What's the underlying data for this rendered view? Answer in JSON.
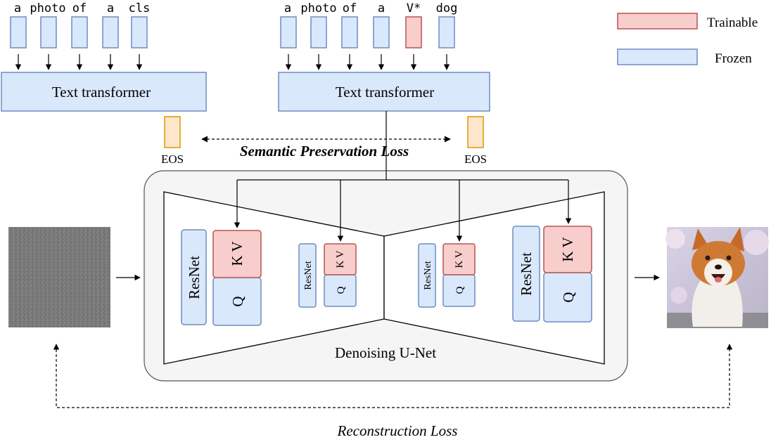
{
  "left_prompt": {
    "tokens": [
      "a",
      "photo",
      "of",
      "a",
      "cls"
    ],
    "encoder_label": "Text transformer",
    "eos_label": "EOS"
  },
  "right_prompt": {
    "tokens": [
      "a",
      "photo",
      "of",
      "a",
      "V*",
      "dog"
    ],
    "encoder_label": "Text transformer",
    "eos_label": "EOS"
  },
  "legend": {
    "trainable_label": "Trainable",
    "frozen_label": "Frozen"
  },
  "losses": {
    "semantic": "Semantic Preservation Loss",
    "reconstruction": "Reconstruction Loss"
  },
  "unet": {
    "label": "Denoising U-Net",
    "resnet_label": "ResNet",
    "kv_label": "K V",
    "q_label": "Q"
  },
  "colors": {
    "frozen_fill": "#dae8fc",
    "frozen_stroke": "#6c8ebf",
    "trainable_fill": "#f8cecc",
    "trainable_stroke": "#b85450",
    "eos_fill": "#ffe6cc",
    "eos_stroke": "#d79b00",
    "unet_bg": "#f5f5f5"
  }
}
